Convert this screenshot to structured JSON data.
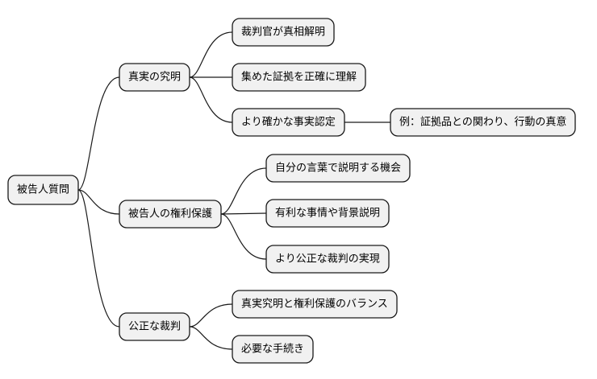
{
  "diagram": {
    "nodes": [
      {
        "id": "root",
        "label": "被告人質問"
      },
      {
        "id": "b1",
        "label": "真実の究明"
      },
      {
        "id": "b1-1",
        "label": "裁判官が真相解明"
      },
      {
        "id": "b1-2",
        "label": "集めた証拠を正確に理解"
      },
      {
        "id": "b1-3",
        "label": "より確かな事実認定"
      },
      {
        "id": "b1-3-1",
        "label": "例：証拠品との関わり、行動の真意"
      },
      {
        "id": "b2",
        "label": "被告人の権利保護"
      },
      {
        "id": "b2-1",
        "label": "自分の言葉で説明する機会"
      },
      {
        "id": "b2-2",
        "label": "有利な事情や背景説明"
      },
      {
        "id": "b2-3",
        "label": "より公正な裁判の実現"
      },
      {
        "id": "b3",
        "label": "公正な裁判"
      },
      {
        "id": "b3-1",
        "label": "真実究明と権利保護のバランス"
      },
      {
        "id": "b3-2",
        "label": "必要な手続き"
      }
    ],
    "edges": [
      {
        "from": "root",
        "to": "b1"
      },
      {
        "from": "root",
        "to": "b2"
      },
      {
        "from": "root",
        "to": "b3"
      },
      {
        "from": "b1",
        "to": "b1-1"
      },
      {
        "from": "b1",
        "to": "b1-2"
      },
      {
        "from": "b1",
        "to": "b1-3"
      },
      {
        "from": "b1-3",
        "to": "b1-3-1"
      },
      {
        "from": "b2",
        "to": "b2-1"
      },
      {
        "from": "b2",
        "to": "b2-2"
      },
      {
        "from": "b2",
        "to": "b2-3"
      },
      {
        "from": "b3",
        "to": "b3-1"
      },
      {
        "from": "b3",
        "to": "b3-2"
      }
    ]
  }
}
